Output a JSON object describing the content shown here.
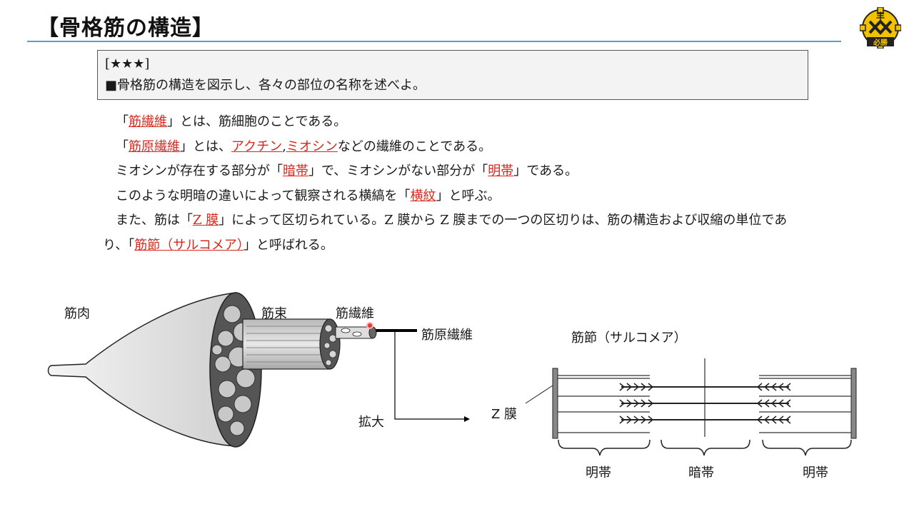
{
  "title": "【骨格筋の構造】",
  "logo": {
    "top": "丰",
    "bottom": "必勝"
  },
  "question": {
    "stars": "[★★★]",
    "text": "■骨格筋の構造を図示し、各々の部位の名称を述べよ。"
  },
  "paragraphs": {
    "p1": {
      "q1": "「",
      "k1": "筋繊維",
      "rest": "」とは、筋細胞のことである。"
    },
    "p2": {
      "q1": "「",
      "k1": "筋原繊維",
      "mid": "」とは、",
      "k2": "アクチン",
      "comma": ",",
      "k3": "ミオシン",
      "rest": "などの繊維のことである。"
    },
    "p3": {
      "a": "ミオシンが存在する部分が「",
      "k1": "暗帯",
      "b": "」で、ミオシンがない部分が「",
      "k2": "明帯",
      "c": "」である。"
    },
    "p4": {
      "a": "このような明暗の違いによって観察される横縞を「",
      "k1": "横紋",
      "b": "」と呼ぶ。"
    },
    "p5": {
      "a": "また、筋は「",
      "k1": "Z 膜",
      "b": "」によって区切られている。Z 膜から Z 膜までの一つの区切りは、筋の構造および収縮の単位であり、「",
      "k2": "筋節（サルコメア）",
      "c": "」と呼ばれる。"
    }
  },
  "diagram": {
    "muscle": "筋肉",
    "bundle": "筋束",
    "fiber": "筋繊維",
    "myofibril": "筋原繊維",
    "enlarge": "拡大",
    "sarcomere": "筋節（サルコメア）",
    "zdisc": "Z 膜",
    "light_band_left": "明帯",
    "dark_band": "暗帯",
    "light_band_right": "明帯"
  },
  "colors": {
    "accent_rule": "#5b9bd5",
    "keyword": "#d9281e",
    "logo_gold": "#f2c200"
  }
}
